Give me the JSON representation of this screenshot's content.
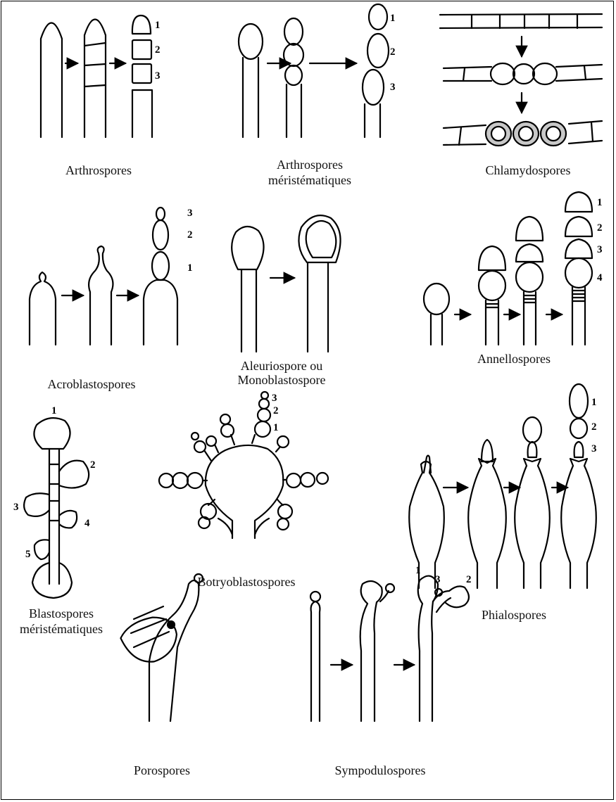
{
  "labels": {
    "arthrospores": "Arthrospores",
    "arthro_merist_1": "Arthrospores",
    "arthro_merist_2": "méristématiques",
    "chlamydospores": "Chlamydospores",
    "acroblastospores": "Acroblastospores",
    "aleuriospore_1": "Aleuriospore ou",
    "aleuriospore_2": "Monoblastospore",
    "annellospores": "Annellospores",
    "blasto_merist_1": "Blastospores",
    "blasto_merist_2": "méristématiques",
    "botryoblastospores": "Botryoblastospores",
    "phialospores": "Phialospores",
    "porospores": "Porospores",
    "sympodulospores": "Sympodulospores"
  },
  "numbers": {
    "n1": "1",
    "n2": "2",
    "n3": "3",
    "n4": "4",
    "n5": "5"
  },
  "colors": {
    "line": "#000000",
    "chlamydospore_wall": "#c8c8c8"
  }
}
